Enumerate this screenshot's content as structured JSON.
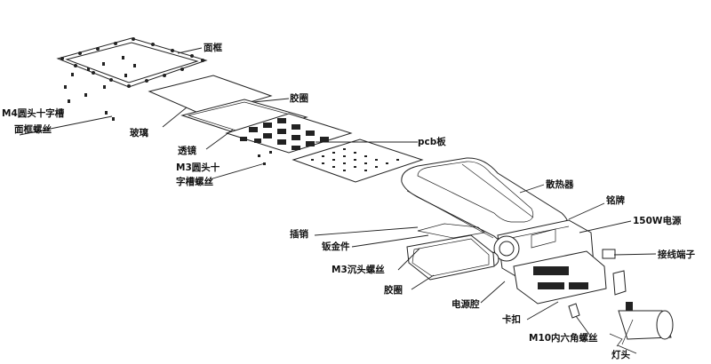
{
  "diagram": {
    "labels": {
      "face_frame": "面框",
      "gasket_top": "胶圈",
      "pcb_board": "pcb板",
      "glass": "玻璃",
      "lens": "透镜",
      "m4_screw_line1": "M4圆头十字槽",
      "m4_screw_line2": "面框螺丝",
      "m3_screw_line1": "M3圆头十",
      "m3_screw_line2": "字槽螺丝",
      "heat_sink": "散热器",
      "nameplate": "铭牌",
      "power_supply": "150W电源",
      "terminal": "接线端子",
      "plug": "插销",
      "sheet_metal": "钣金件",
      "m3_countersunk": "M3沉头螺丝",
      "gasket_bottom": "胶圈",
      "power_cavity": "电源腔",
      "clip": "卡扣",
      "m10_screw": "M10内六角螺丝",
      "lamp_head": "灯头"
    }
  }
}
